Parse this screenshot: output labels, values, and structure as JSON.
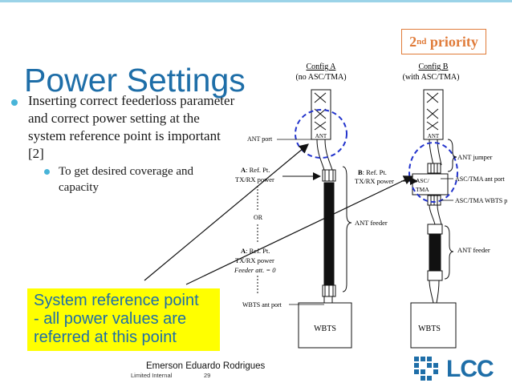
{
  "slide": {
    "title": "Power Settings",
    "bullet_1": "Inserting correct feederloss parameter and correct power setting at the system reference point is important [2]",
    "bullet_2": "To get desired coverage and capacity",
    "priority_prefix": "2",
    "priority_sup": "nd",
    "priority_word": " priority",
    "callout_line1": "System reference point",
    "callout_line2": "- all power values are",
    "callout_line3": "referred at this point",
    "footer_author": "Emerson Eduardo Rodrigues",
    "footer_class": "Limited Internal",
    "footer_page": "29",
    "logo_text": "LCC"
  },
  "diagram": {
    "config_a_title": "Config A",
    "config_a_sub": "(no ASC/TMA)",
    "config_b_title": "Config B",
    "config_b_sub": "(with ASC/TMA)",
    "ant_port": "ANT port",
    "ref_a1_bold": "A",
    "ref_a1_rest": ": Ref. Pt.",
    "ref_a1_line2": "TX/RX power",
    "or": "OR",
    "ref_a2_bold": "A",
    "ref_a2_rest": ": Ref. Pt.",
    "ref_a2_line2": "TX/RX power",
    "ref_a2_line3": "Feeder att. = 0",
    "wbts_ant_port": "WBTS ant port",
    "ref_b_bold": "B",
    "ref_b_rest": ": Ref. Pt.",
    "ref_b_line2": "TX/RX power",
    "ant_label_a": "ANT",
    "ant_label_b": "ANT",
    "asc_line1": "ASC/",
    "asc_line2": "TMA",
    "ant_feeder_a": "ANT feeder",
    "ant_jumper": "ANT jumper",
    "asc_ant_port": "ASC/TMA ant port",
    "asc_wbts_port": "ASC/TMA WBTS p",
    "ant_feeder_b": "ANT feeder",
    "wbts_a": "WBTS",
    "wbts_b": "WBTS"
  },
  "colors": {
    "title": "#1e6ea8",
    "bullet": "#48b4d8",
    "priority": "#e07b39",
    "callout_bg": "#ffff00",
    "dashed_ellipse": "#2233cc"
  }
}
